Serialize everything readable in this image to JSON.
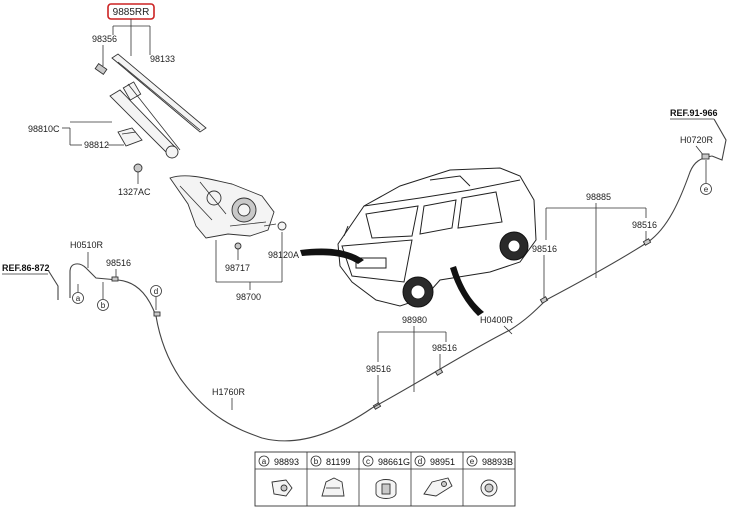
{
  "highlight": {
    "part_no": "9885RR",
    "color": "#cc2222"
  },
  "part_labels": {
    "p98356": "98356",
    "p98133": "98133",
    "p98810C": "98810C",
    "p98812": "98812",
    "p1327AC": "1327AC",
    "p98717": "98717",
    "p98120A": "98120A",
    "p98700": "98700",
    "pH0510R": "H0510R",
    "p98516_left": "98516",
    "pH1760R": "H1760R",
    "p98980": "98980",
    "p98516_mid1": "98516",
    "p98516_mid2": "98516",
    "pH0400R": "H0400R",
    "p98885": "98885",
    "p98516_right1": "98516",
    "p98516_right2": "98516",
    "pH0720R": "H0720R"
  },
  "refs": {
    "left": "REF.86-872",
    "right": "REF.91-966"
  },
  "callouts": {
    "a": "a",
    "b": "b",
    "d": "d",
    "e": "e"
  },
  "legend": [
    {
      "key": "a",
      "part": "98893"
    },
    {
      "key": "b",
      "part": "81199"
    },
    {
      "key": "c",
      "part": "98661G"
    },
    {
      "key": "d",
      "part": "98951"
    },
    {
      "key": "e",
      "part": "98893B"
    }
  ]
}
